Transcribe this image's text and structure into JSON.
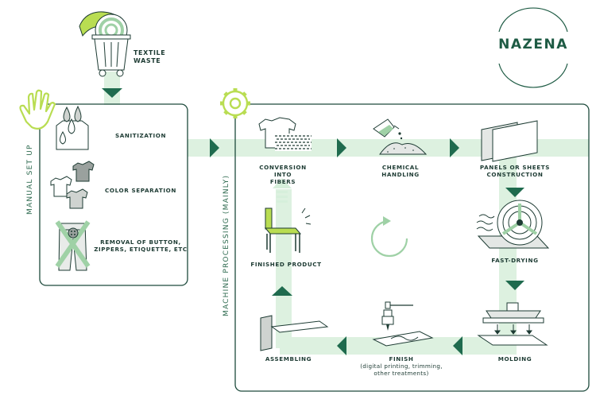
{
  "brand": {
    "name": "NAZENA"
  },
  "top": {
    "textile_waste_line1": "TEXTILE",
    "textile_waste_line2": "WASTE"
  },
  "manual": {
    "side_label": "MANUAL SET UP",
    "steps": [
      "SANITIZATION",
      "COLOR SEPARATION",
      "REMOVAL OF BUTTON,",
      "ZIPPERS, ETIQUETTE, ETC"
    ]
  },
  "machine": {
    "side_label": "MACHINE PROCESSING (MAINLY)",
    "conversion": [
      "CONVERSION INTO",
      "FIBERS"
    ],
    "chemical": [
      "CHEMICAL",
      "HANDLING"
    ],
    "panels": [
      "PANELS OR SHEETS",
      "CONSTRUCTION"
    ],
    "fast_drying": "FAST-DRYING",
    "molding": "MOLDING",
    "finish": "FINISH",
    "finish_sub": [
      "(digital printing, trimming,",
      "other treatments)"
    ],
    "assembling": "ASSEMBLING",
    "finished_product": "FINISHED PRODUCT"
  },
  "colors": {
    "accent": "#9fd1a6",
    "accent_light": "#def2e1",
    "dark": "#1d3b33",
    "arrow": "#1f6b4e",
    "lime": "#b9dd52"
  }
}
